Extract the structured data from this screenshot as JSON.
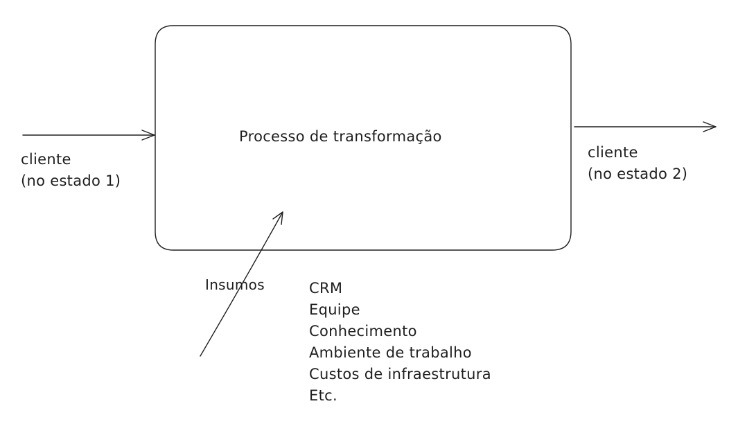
{
  "process": {
    "title": "Processo de transformação"
  },
  "input": {
    "line1": "cliente",
    "line2": "(no estado 1)"
  },
  "output": {
    "line1": "cliente",
    "line2": "(no estado 2)"
  },
  "inputs_arrow": {
    "label": "Insumos"
  },
  "resources": {
    "items": [
      "CRM",
      "Equipe",
      "Conhecimento",
      "Ambiente de trabalho",
      "Custos de infraestrutura",
      "Etc."
    ]
  },
  "colors": {
    "stroke": "#1e1e1e",
    "background": "#ffffff"
  }
}
